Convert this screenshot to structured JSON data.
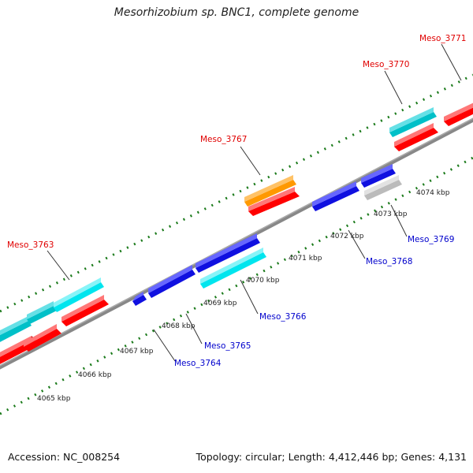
{
  "title": "Mesorhizobium sp. BNC1, complete genome",
  "footer": {
    "accession": "Accession: NC_008254",
    "summary": "Topology: circular; Length: 4,412,446 bp; Genes: 4,131"
  },
  "ticks": [
    "4065 kbp",
    "4066 kbp",
    "4067 kbp",
    "4068 kbp",
    "4069 kbp",
    "4070 kbp",
    "4071 kbp",
    "4072 kbp",
    "4073 kbp",
    "4074 kbp"
  ],
  "gene_labels": {
    "forward": [
      "Meso_3763",
      "Meso_3767",
      "Meso_3770",
      "Meso_3771"
    ],
    "reverse": [
      "Meso_3764",
      "Meso_3765",
      "Meso_3766",
      "Meso_3768",
      "Meso_3769"
    ]
  },
  "colors": {
    "forward_label": "#e00000",
    "reverse_label": "#0000cc",
    "red": "#ff0000",
    "cyan": "#00e5ee",
    "teal": "#00c0c8",
    "blue": "#1010e0",
    "orange": "#ff9900",
    "gray": "#bbbbbb",
    "backbone": "#888888",
    "dots": "#1a7a1a"
  }
}
